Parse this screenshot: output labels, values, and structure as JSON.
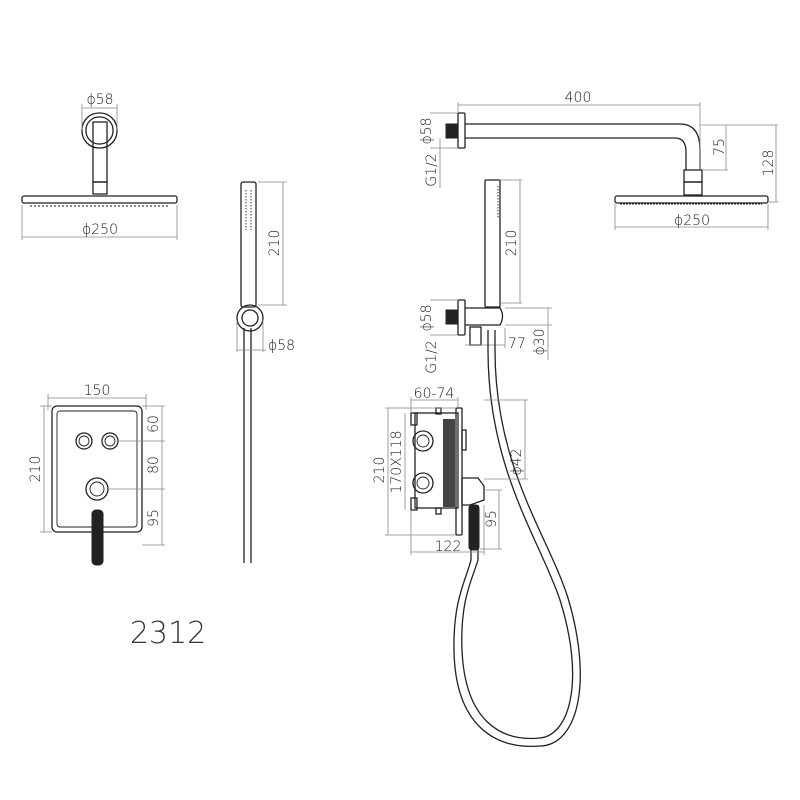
{
  "model_number": "2312",
  "head_front_view": {
    "flange_dia": "ϕ58",
    "head_dia": "ϕ250"
  },
  "hand_shower_front_view": {
    "length": "210",
    "holder_dia": "ϕ58"
  },
  "control_panel": {
    "width": "150",
    "height": "210",
    "buttons_offset": "60",
    "knob_offset": "80",
    "lever_offset": "95"
  },
  "side_view": {
    "arm_length": "400",
    "arm_flange_dia": "ϕ58",
    "arm_thread": "G1/2",
    "arm_drop": "75",
    "total_drop": "128",
    "head_dia": "ϕ250",
    "hand_shower_length": "210",
    "outlet_flange_dia": "ϕ58",
    "outlet_thread": "G1/2",
    "outlet_depth": "77",
    "holder_dia": "ϕ30",
    "box_depth": "60-74",
    "box_height": "210",
    "box_size": "170X118",
    "knob_dia": "ϕ42",
    "lever_length": "95",
    "panel_depth": "122"
  }
}
